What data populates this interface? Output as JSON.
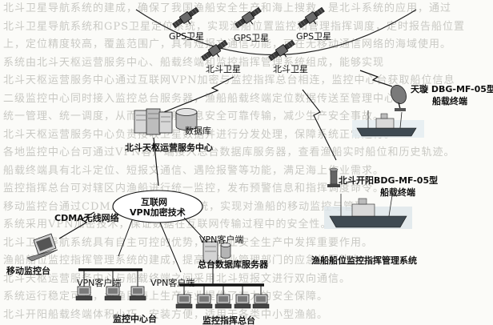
{
  "satellites": {
    "gps_1": "GPS卫星",
    "gps_2": "GPS卫星",
    "gps_3": "GPS卫星",
    "beidou_1": "北斗卫星",
    "beidou_2": "北斗卫星"
  },
  "nodes": {
    "database": "数据库",
    "ops_center": "北斗天枢运营服务中心",
    "internet_vpn_line1": "互联网",
    "internet_vpn_line2": "VPN加密技术",
    "cdma_network": "CDMA无线网络",
    "mobile_console": "移动监控台",
    "vpn_client_center": "VPN客户端",
    "vpn_client_command": "VPN客户端",
    "vpn_client_server": "VPN客户端",
    "master_db_server": "总台数据库服务器",
    "monitoring_center": "监控中心台",
    "command_station": "监控指挥总台",
    "terminal_tianling_line1": "天璇 DBG-MF-05型",
    "terminal_tianling_line2": "船载终端",
    "terminal_kaiyang_line1": "北斗开阳BDG-MF-05型",
    "terminal_kaiyang_line2": "船载终端",
    "system_name": "渔船船位监控指挥管理系统"
  },
  "background_text": [
    "北斗卫星导航系统的建成，确保了我国渔船安全生产和海上搜救，是北斗系统的应用，通过",
    "北斗卫星导航系统和GPS卫星定位系统，实现渔船位置监控和管理指挥调度，定时报告船位置",
    "上，定位精度较高，覆盖范围广，具有短报文通信功能，可在无移动通信网络的海域使用。",
    "系统由北斗天枢运营服务中心、船载终端和监控指挥管理系统组成，能够实现",
    "北斗天枢运营服务中心通过互联网VPN加密与监控指挥总台相连，监控中心台获取船位信息",
    "二级监控中心同时接入监控总台服务器，渔船船载终端定位数据传送至管理中心，",
    "统一管理、统一调度，从而确保渔船信息安全可靠传输，减少生产安全事故。",
    "北斗天枢运营服务中心负责接收卫星数据并进行分发处理，保障系统正常运行。",
    "各地监控中心台可通过VPN客户端接入总台数据库服务器，查看渔船实时船位和历史轨迹。",
    "船载终端具有北斗定位、短报文通信、遇险报警等功能，满足海上作业需求。",
    "监控指挥总台可对辖区内渔船进行统一监控，发布预警信息和指挥调度命令。",
    "移动监控台通过CDMA无线网络接入系统，实现对渔船的移动监控与管理。",
    "系统采用VPN加密技术，保证数据在互联网传输过程中的安全性。",
    "北斗卫星导航系统具有自主可控的优势，在渔业安全生产中发挥重要作用。",
    "渔船船位监控指挥管理系统的建成，提高了渔业管理部门的应急处置能力。",
    "北斗天枢运营服务中心与船载终端之间采用北斗短报文进行双向通信。",
    "系统运行稳定可靠，为渔民海上生产作业提供了有力的安全保障。",
    "北斗开阳船载终端体积小巧，安装方便，适用于各类中小型渔船。"
  ]
}
